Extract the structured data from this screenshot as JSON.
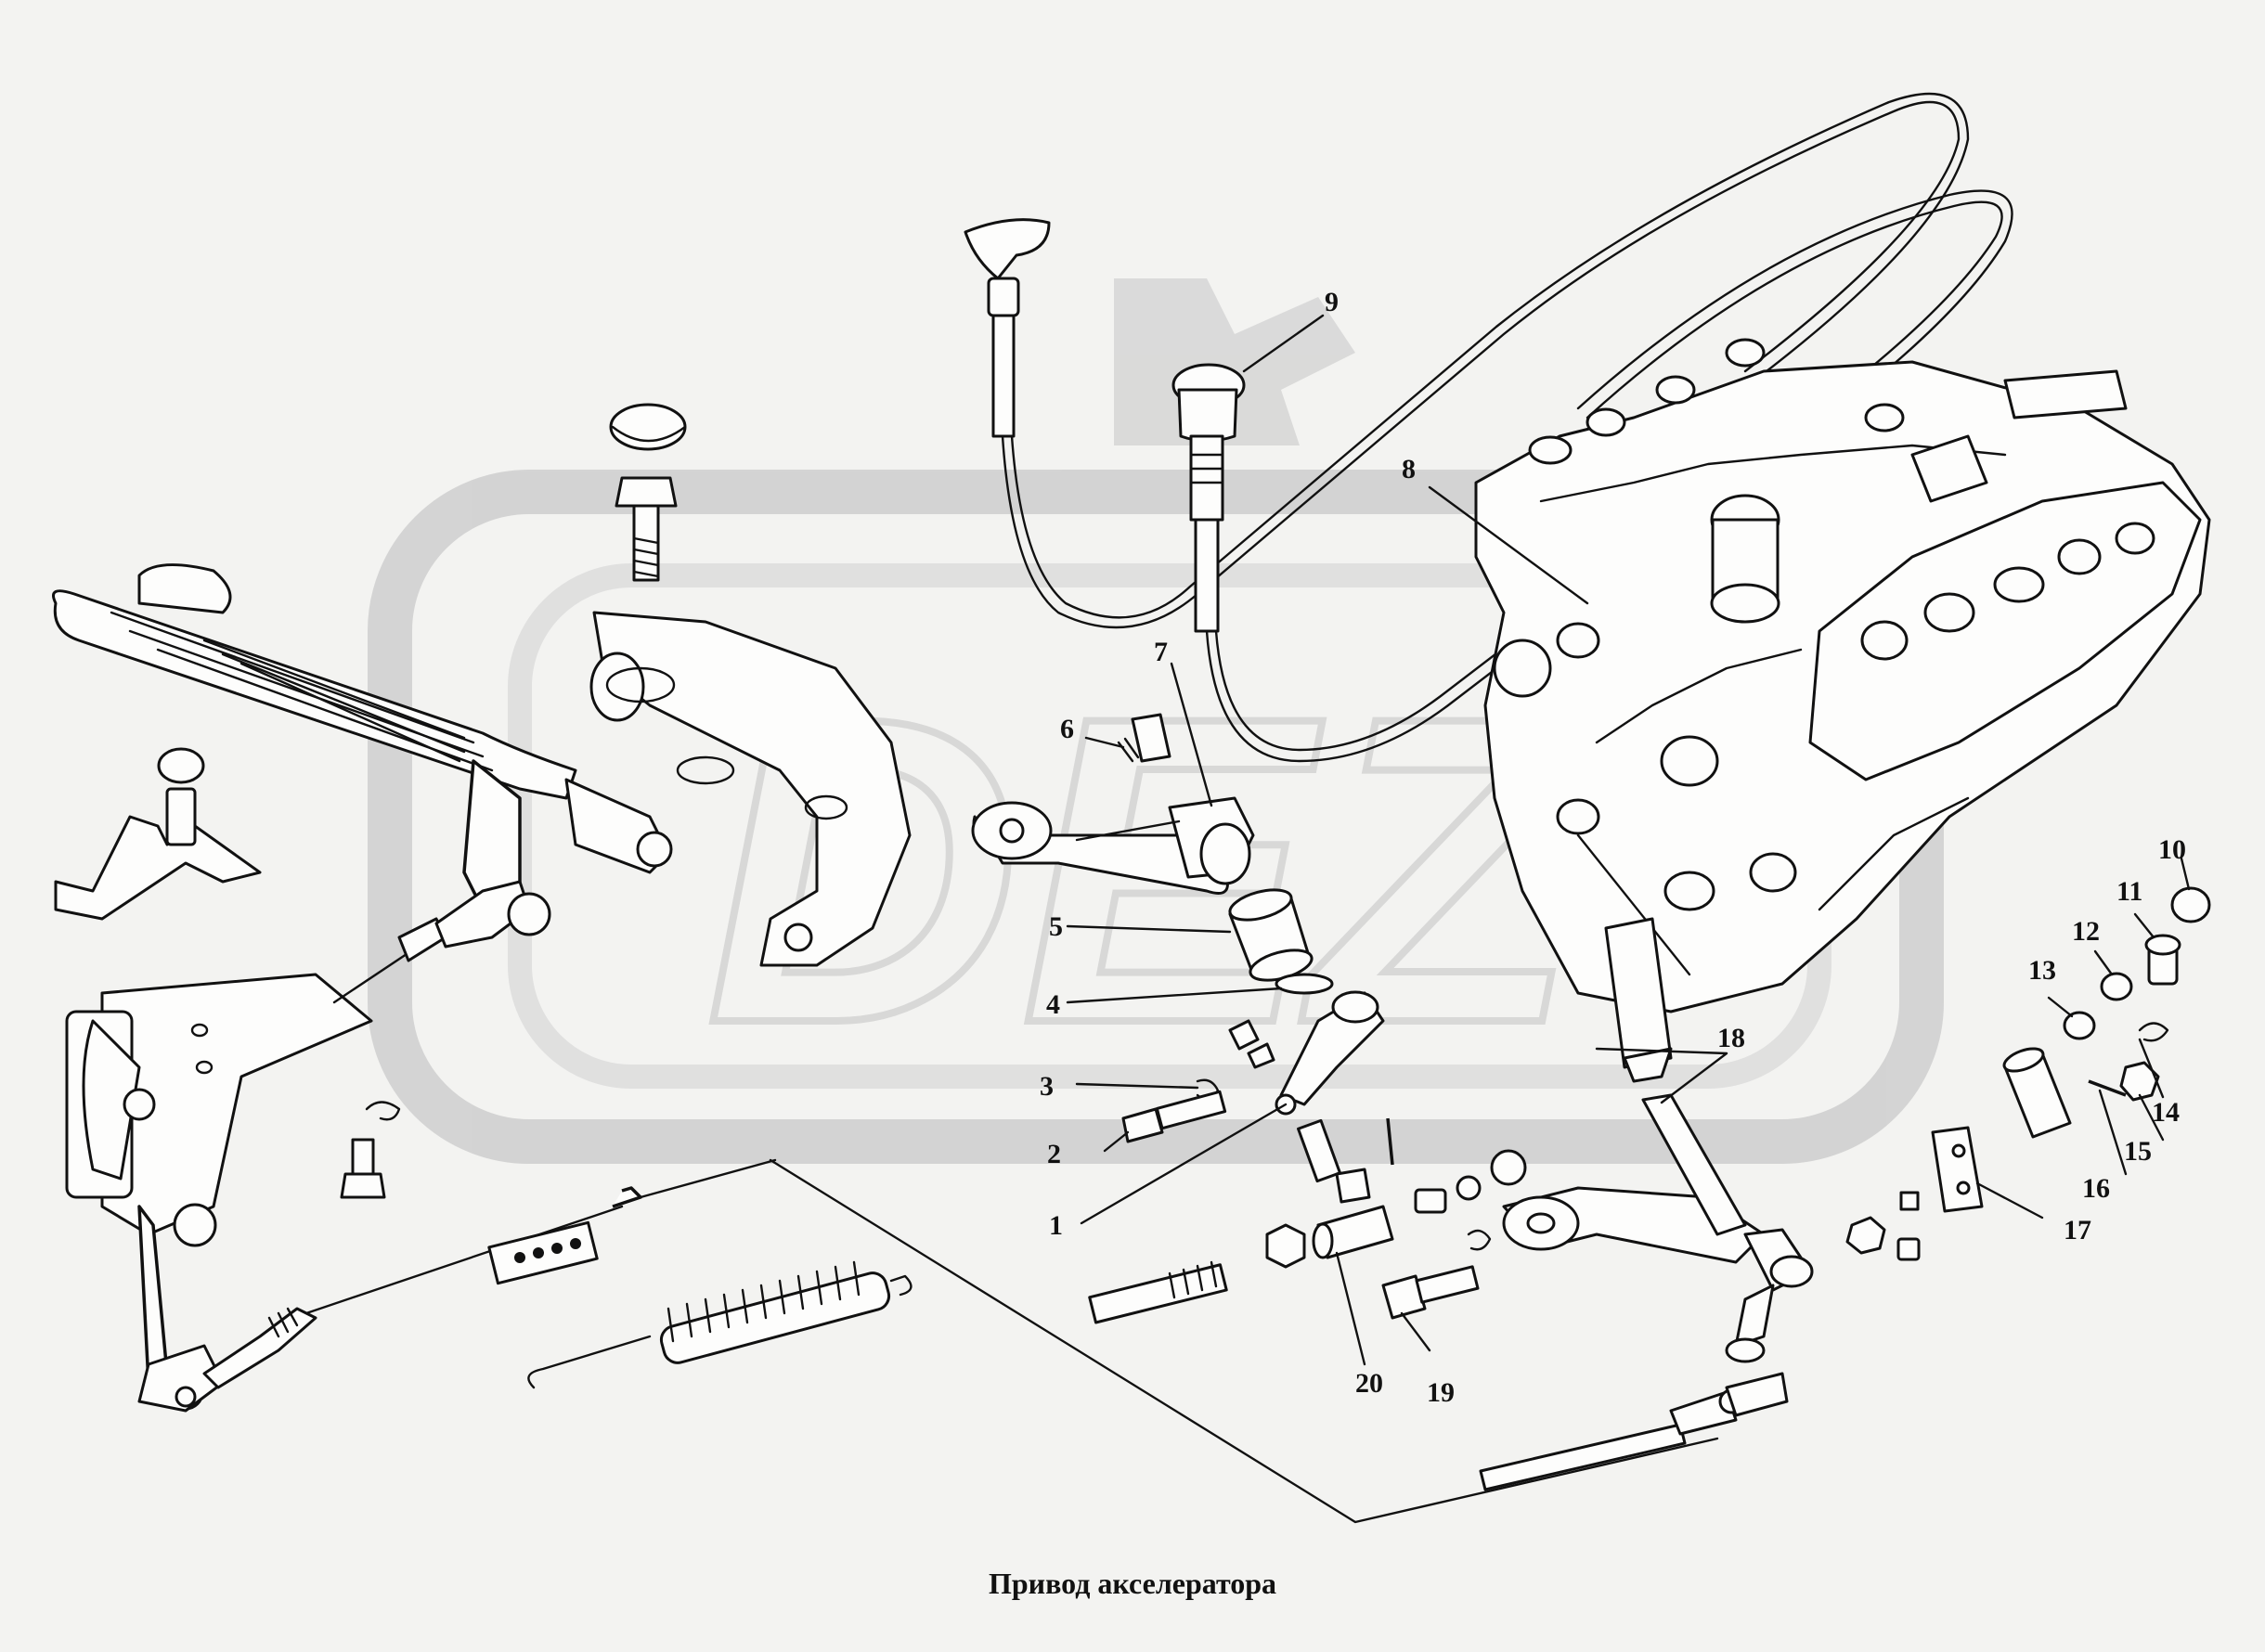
{
  "caption": "Привод акселератора",
  "callouts": [
    "1",
    "2",
    "3",
    "4",
    "5",
    "6",
    "7",
    "8",
    "9",
    "10",
    "11",
    "12",
    "13",
    "14",
    "15",
    "16",
    "17",
    "18",
    "19",
    "20"
  ],
  "watermark": "DEZ"
}
